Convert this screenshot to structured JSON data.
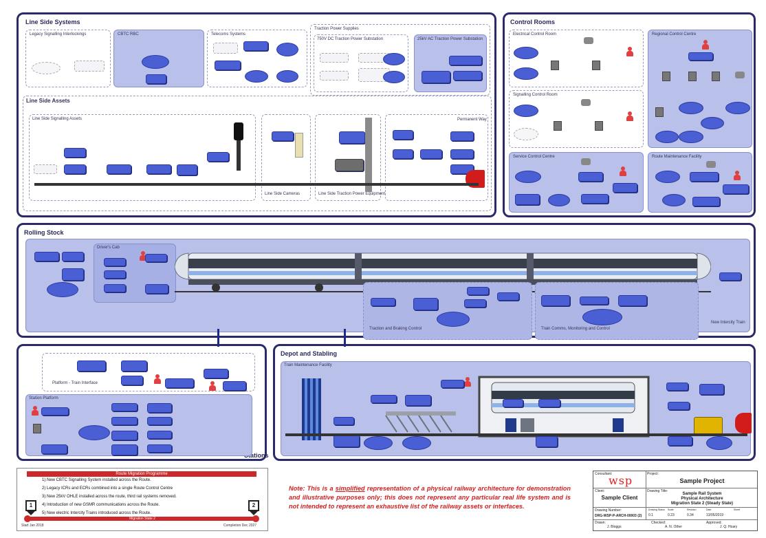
{
  "panels": {
    "line_side_systems": "Line Side Systems",
    "control_rooms": "Control Rooms",
    "rolling_stock": "Rolling Stock",
    "stations": "Stations",
    "depot_and_stabling": "Depot and Stabling"
  },
  "subpanels": {
    "legacy_signalling": "Legacy Signalling Interlockings",
    "cbtc_rbc": "CBTC RBC",
    "telecoms_systems": "Telecoms Systems",
    "traction_power_supplies": "Traction Power Supplies",
    "tpdc_substation": "750V DC Traction Power Substation",
    "tpac_substation": "25kV AC Traction Power Substation",
    "line_side_assets": "Line Side Assets",
    "line_side_signalling_assets": "Line Side Signalling Assets",
    "line_side_cameras": "Line Side Cameras",
    "line_side_traction_power_equipment": "Line Side Traction Power Equipment",
    "permanent_way": "Permanent Way",
    "electrical_control_room": "Electrical Control Room",
    "signalling_control_room": "Signalling Control Room",
    "regional_control_centre": "Regional Control Centre",
    "service_control_centre": "Service Control Centre",
    "route_maintenance_facility": "Route Maintenance Facility",
    "drivers_cab": "Driver's Cab",
    "traction_and_braking_control": "Traction and Braking Control",
    "train_comms": "Train Comms, Monitoring and Control",
    "new_intercity_train": "New Intercity Train",
    "platform_train_interface": "Platform - Train Interface",
    "station_platform": "Station Platform",
    "train_maintenance_facility": "Train Maintenance Facility"
  },
  "migration": {
    "title": "Route Migration Programme",
    "steps": [
      "1) New CBTC Signalling System installed across the Route.",
      "2) Legacy ICRs and ECRs combined into a single Route Control Centre",
      "3) New 25kV OHLE installed across the route, third rail systems removed.",
      "4) Introduction of new GSMR communications across the Route.",
      "5) New electric Intercity Trains introduced across the Route."
    ],
    "marker_1": "1",
    "marker_2": "2",
    "caption": "Migration State 2",
    "start_label": "Start Jan 2018",
    "end_label": "Completion Dec 2027",
    "colors": {
      "bar": "#cc2a2a",
      "marker_bg": "#ffffff"
    }
  },
  "note": {
    "prefix": "Note:",
    "before_emphasis": "This is a",
    "emphasis": "simplified",
    "text": "representation of a physical railway architecture for demonstration and illustrative purposes only; this does not represent any particular real life system and is not intended to represent an exhaustive list of the railway assets or interfaces."
  },
  "title_block": {
    "consultant_label": "Consultant:",
    "logo": "wsp",
    "project_label": "Project:",
    "project": "Sample Project",
    "client_label": "Client:",
    "client": "Sample Client",
    "drawing_title_label": "Drawing Title:",
    "drawing_title_lines": [
      "Sample Rail System",
      "Physical Architecture",
      "Migration State 2 (Steady State)"
    ],
    "drawing_number_label": "Drawing Number:",
    "drawing_number": "DRG-WSP-P-ARCH-00003 (2)",
    "rev_cols": [
      {
        "label": "Drawing Status",
        "value": "0.1"
      },
      {
        "label": "Scale",
        "value": "0.23"
      },
      {
        "label": "Revision",
        "value": "0.34"
      },
      {
        "label": "Date",
        "value": "13/05/2019"
      },
      {
        "label": "Sheet",
        "value": ""
      }
    ],
    "drawn_label": "Drawn:",
    "drawn": "J. Bloggs",
    "checked_label": "Checked:",
    "checked": "A. N. Other",
    "approved_label": "Approved:",
    "approved": "J. Q. Hoary",
    "accent": "#e02020"
  },
  "colors": {
    "panel_border": "#2a2a6a",
    "subpanel_fill": "#b9c0ea",
    "node_fill": "#4a5fd4",
    "alert_red": "#e04040",
    "note_red": "#d42020"
  }
}
